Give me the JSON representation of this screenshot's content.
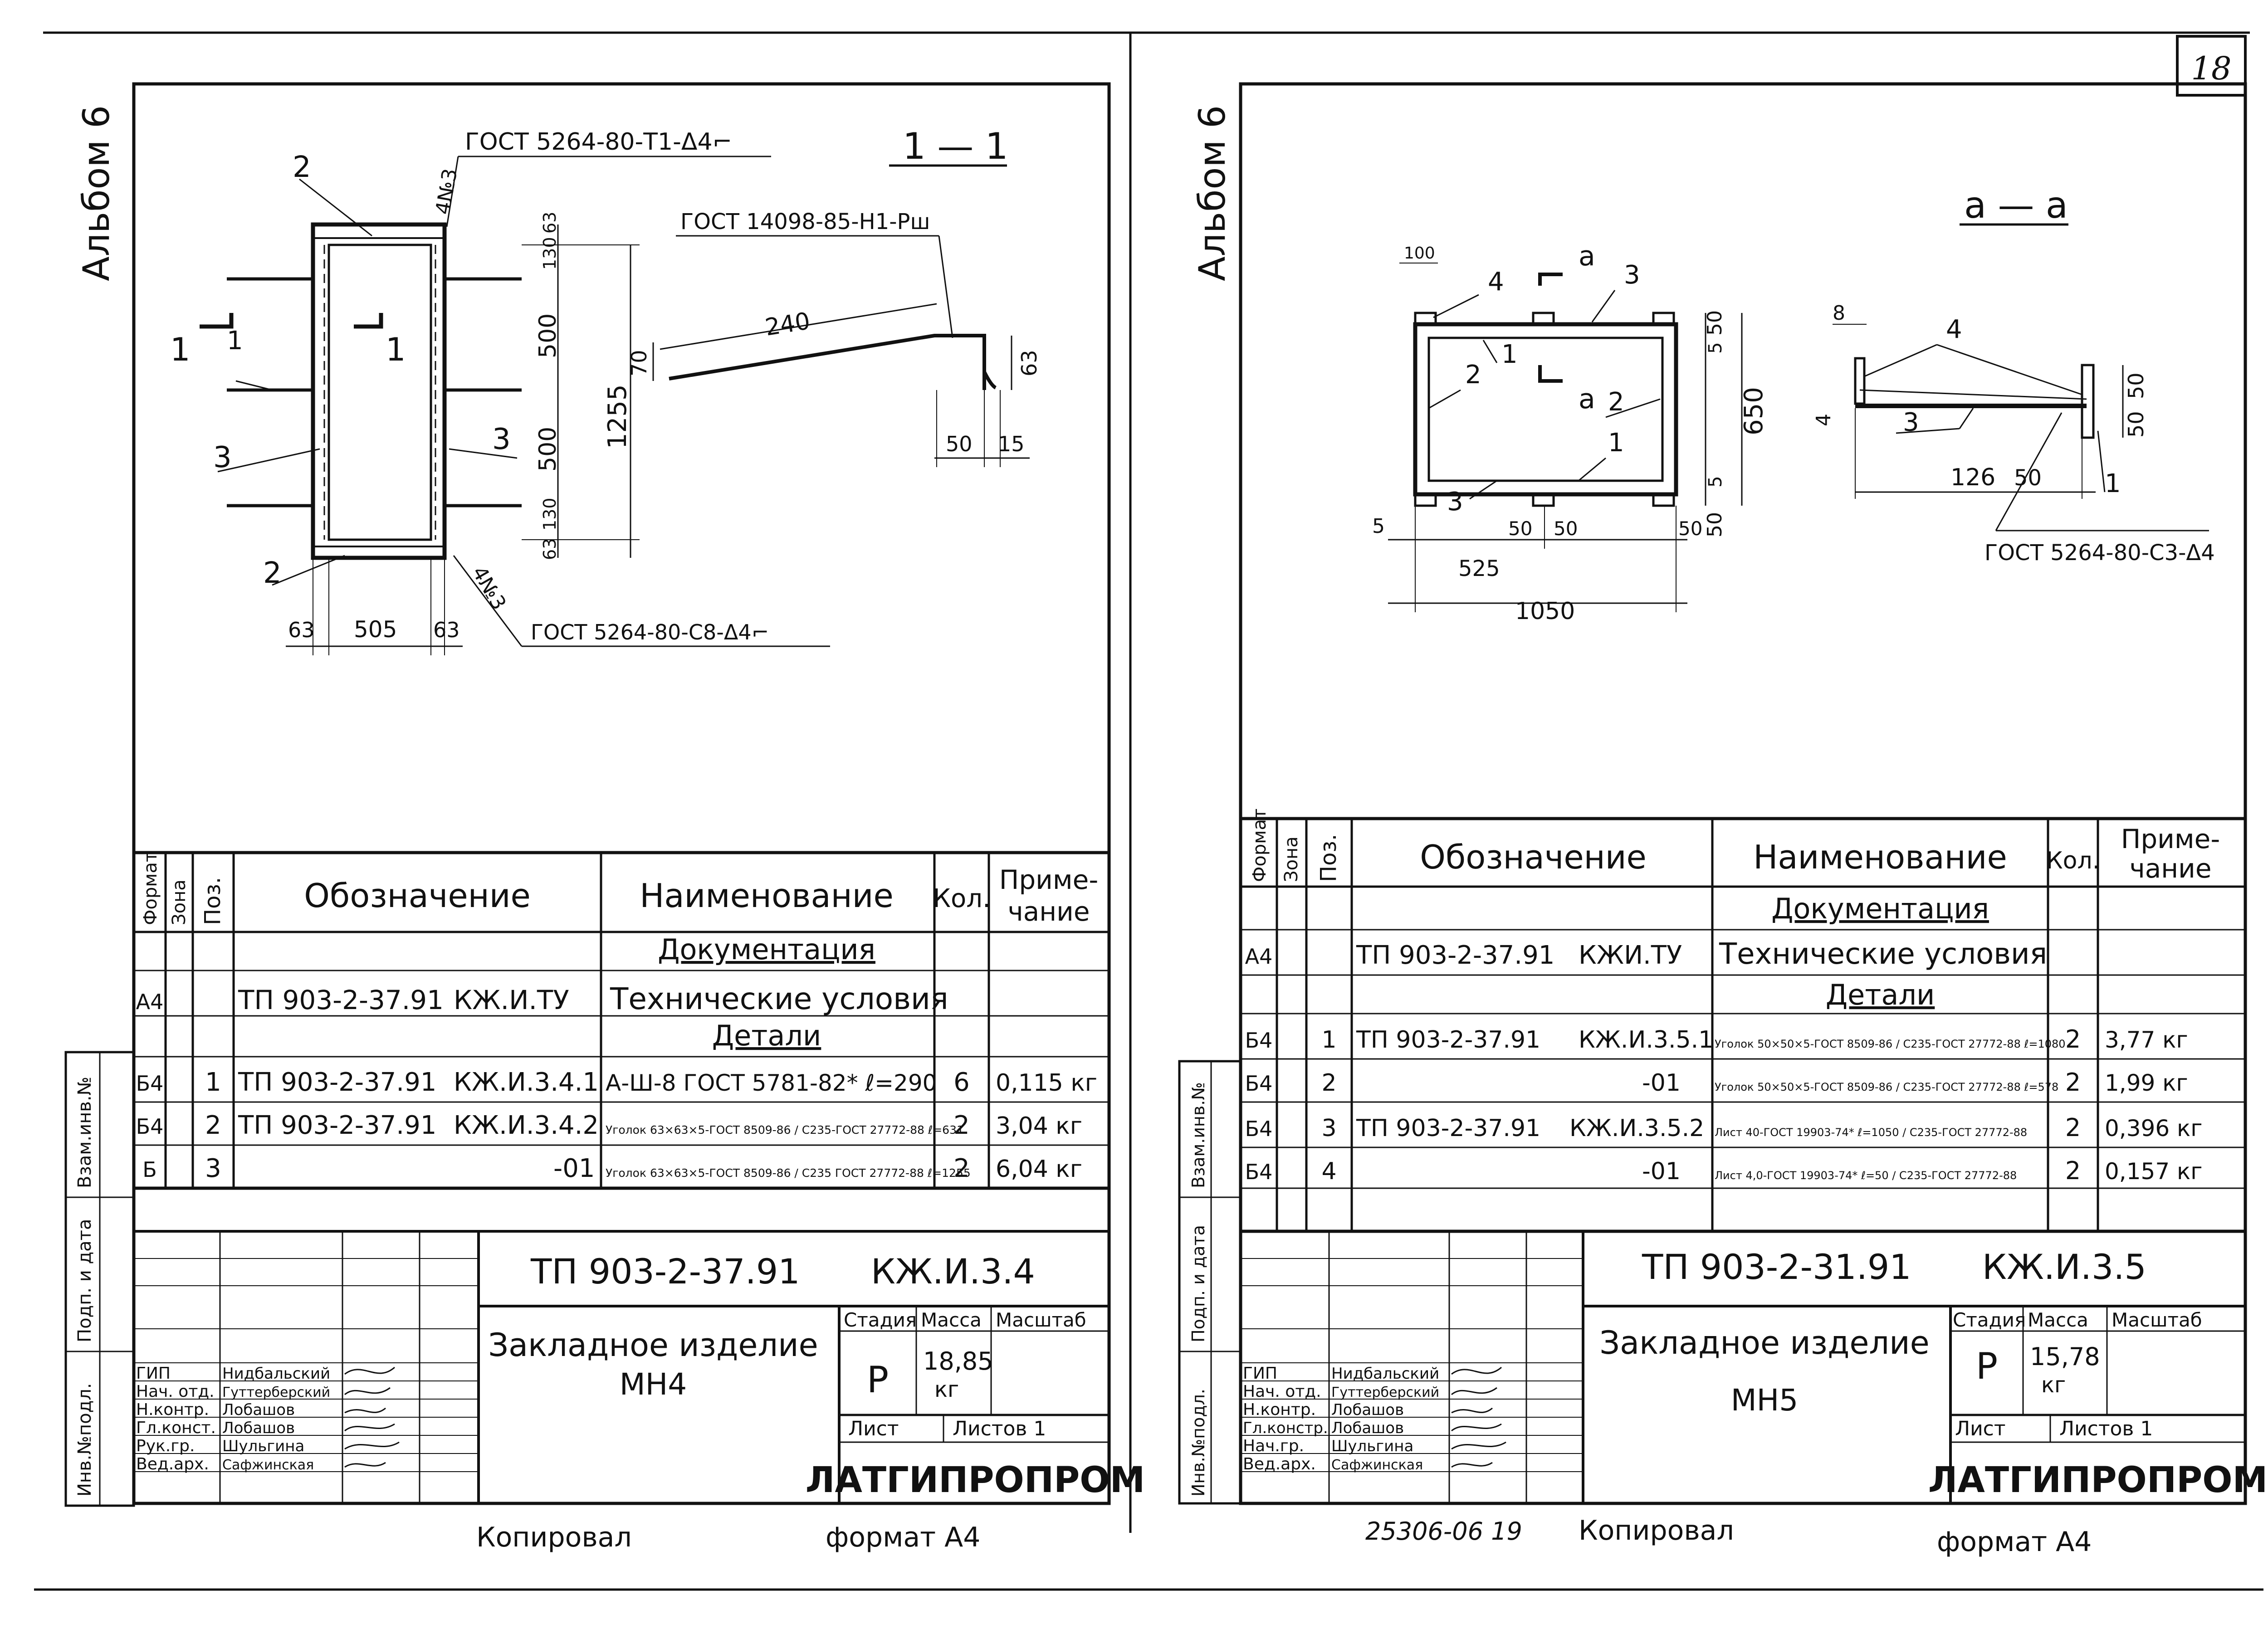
{
  "page_number": "18",
  "sheets": [
    {
      "album": "Альбом 6",
      "section": "1 — 1",
      "cut_mark": "1",
      "callouts": {
        "weld_top": "ГОСТ 5264-80-Т1-Δ4⌐",
        "weld_bottom": "ГОСТ 5264-80-С8-Δ4⌐",
        "weld_section": "ГОСТ 14098-85-Н1-Рш",
        "n3_top": "4№3",
        "n3_bottom": "4№3"
      },
      "positions": {
        "p1": "1",
        "p2": "2",
        "p3": "3",
        "p2b": "2",
        "p3b": "3"
      },
      "dims": {
        "d130a": "130",
        "d63a": "63",
        "d500a": "500",
        "d500b": "500",
        "d63b": "63",
        "d130b": "130",
        "d1255": "1255",
        "w63a": "63",
        "w505": "505",
        "w63b": "63",
        "s240": "240",
        "s70": "70",
        "s63": "63",
        "s50": "50",
        "s15": "15"
      },
      "spec_headers": {
        "format": "Формат",
        "zone": "Зона",
        "pos": "Поз.",
        "designation": "Обозначение",
        "name": "Наименование",
        "qty": "Кол.",
        "note": "Приме-\nчание"
      },
      "spec_rows": [
        {
          "format": "",
          "pos": "",
          "code": "",
          "suffix": "",
          "name": "Документация",
          "qty": "",
          "note": "",
          "heading": true
        },
        {
          "format": "А4",
          "pos": "",
          "code": "ТП 903-2-37.91",
          "suffix": "КЖ.И.ТУ",
          "name": "Технические условия",
          "qty": "",
          "note": ""
        },
        {
          "format": "",
          "pos": "",
          "code": "",
          "suffix": "",
          "name": "Детали",
          "qty": "",
          "note": "",
          "heading": true
        },
        {
          "format": "Б4",
          "pos": "1",
          "code": "ТП 903-2-37.91",
          "suffix": "КЖ.И.3.4.1",
          "name": "А-Ш-8 ГОСТ 5781-82* ℓ=290",
          "qty": "6",
          "note": "0,115 кг"
        },
        {
          "format": "Б4",
          "pos": "2",
          "code": "ТП 903-2-37.91",
          "suffix": "КЖ.И.3.4.2",
          "name": "Уголок 63×63×5-ГОСТ 8509-86 / С235-ГОСТ 27772-88 ℓ=631",
          "qty": "2",
          "note": "3,04 кг"
        },
        {
          "format": "Б",
          "pos": "3",
          "code": "",
          "suffix": "-01",
          "name": "Уголок 63×63×5-ГОСТ 8509-86 / С235 ГОСТ 27772-88 ℓ=1255",
          "qty": "2",
          "note": "6,04 кг"
        }
      ],
      "side_labels": {
        "s1": "Инв.№подл.",
        "s2": "Подп. и дата",
        "s3": "Взам.инв.№"
      },
      "title": {
        "code": "ТП 903-2-37.91",
        "sheet_code": "КЖ.И.3.4",
        "name1": "Закладное изделие",
        "name2": "МН4",
        "stage_label": "Стадия",
        "mass_label": "Масса",
        "scale_label": "Масштаб",
        "stage": "Р",
        "mass": "18,85",
        "mass_unit": "кг",
        "sheet_label": "Лист",
        "sheets_label": "Листов 1",
        "org": "ЛАТГИПРОПРОМ"
      },
      "staff": [
        {
          "role": "ГИП",
          "name": "Нидбальский"
        },
        {
          "role": "Нач. отд.",
          "name": "Гуттерберский"
        },
        {
          "role": "Н.контр.",
          "name": "Лобашов"
        },
        {
          "role": "Гл.конст.",
          "name": "Лобашов"
        },
        {
          "role": "Рук.гр.",
          "name": "Шульгина"
        },
        {
          "role": "Вед.арх.",
          "name": "Сафжинская"
        }
      ],
      "footer": {
        "copied": "Копировал",
        "format": "формат А4"
      }
    },
    {
      "album": "Альбом 6",
      "section": "а — а",
      "cut_mark": "а",
      "callouts": {
        "weld": "ГОСТ 5264-80-С3-Δ4"
      },
      "positions": {
        "p1": "1",
        "p1b": "1",
        "p1c": "1",
        "p2": "2",
        "p2b": "2",
        "p3": "3",
        "p3b": "3",
        "p3c": "3",
        "p4": "4",
        "p4b": "4"
      },
      "dims": {
        "d100": "100",
        "d50a": "50",
        "d5a": "5",
        "d650": "650",
        "d5b": "5",
        "d50b": "50",
        "w5": "5",
        "w525": "525",
        "w1050": "1050",
        "w50a": "50",
        "w50b": "50",
        "w50c": "50",
        "s8": "8",
        "s4": "4",
        "s126": "126",
        "s50": "50",
        "s50a": "50",
        "s50b": "50"
      },
      "spec_headers": {
        "format": "Формат",
        "zone": "Зона",
        "pos": "Поз.",
        "designation": "Обозначение",
        "name": "Наименование",
        "qty": "Кол.",
        "note": "Приме-\nчание"
      },
      "spec_rows": [
        {
          "format": "",
          "pos": "",
          "code": "",
          "suffix": "",
          "name": "Документация",
          "qty": "",
          "note": "",
          "heading": true
        },
        {
          "format": "А4",
          "pos": "",
          "code": "ТП 903-2-37.91",
          "suffix": "КЖИ.ТУ",
          "name": "Технические условия",
          "qty": "",
          "note": ""
        },
        {
          "format": "",
          "pos": "",
          "code": "",
          "suffix": "",
          "name": "Детали",
          "qty": "",
          "note": "",
          "heading": true
        },
        {
          "format": "Б4",
          "pos": "1",
          "code": "ТП 903-2-37.91",
          "suffix": "КЖ.И.3.5.1",
          "name": "Уголок 50×50×5-ГОСТ 8509-86 / С235-ГОСТ 27772-88 ℓ=1080",
          "qty": "2",
          "note": "3,77 кг"
        },
        {
          "format": "Б4",
          "pos": "2",
          "code": "",
          "suffix": "-01",
          "name": "Уголок 50×50×5-ГОСТ 8509-86 / С235-ГОСТ 27772-88 ℓ=578",
          "qty": "2",
          "note": "1,99 кг"
        },
        {
          "format": "Б4",
          "pos": "3",
          "code": "ТП 903-2-37.91",
          "suffix": "КЖ.И.3.5.2",
          "name": "Лист 40-ГОСТ 19903-74* ℓ=1050 / С235-ГОСТ 27772-88",
          "qty": "2",
          "note": "0,396 кг"
        },
        {
          "format": "Б4",
          "pos": "4",
          "code": "",
          "suffix": "-01",
          "name": "Лист 4,0-ГОСТ 19903-74* ℓ=50 / С235-ГОСТ 27772-88",
          "qty": "2",
          "note": "0,157 кг"
        }
      ],
      "side_labels": {
        "s1": "Инв.№подл.",
        "s2": "Подп. и дата",
        "s3": "Взам.инв.№"
      },
      "title": {
        "code": "ТП 903-2-31.91",
        "sheet_code": "КЖ.И.3.5",
        "name1": "Закладное изделие",
        "name2": "МН5",
        "stage_label": "Стадия",
        "mass_label": "Масса",
        "scale_label": "Масштаб",
        "stage": "Р",
        "mass": "15,78",
        "mass_unit": "кг",
        "sheet_label": "Лист",
        "sheets_label": "Листов 1",
        "org": "ЛАТГИПРОПРОМ"
      },
      "staff": [
        {
          "role": "ГИП",
          "name": "Нидбальский"
        },
        {
          "role": "Нач. отд.",
          "name": "Гуттерберский"
        },
        {
          "role": "Н.контр.",
          "name": "Лобашов"
        },
        {
          "role": "Гл.констр.",
          "name": "Лобашов"
        },
        {
          "role": "Нач.гр.",
          "name": "Шульгина"
        },
        {
          "role": "Вед.арх.",
          "name": "Сафжинская"
        }
      ],
      "footer": {
        "copied": "Копировал",
        "format": "формат А4",
        "inv_number": "25306-06 19"
      }
    }
  ]
}
